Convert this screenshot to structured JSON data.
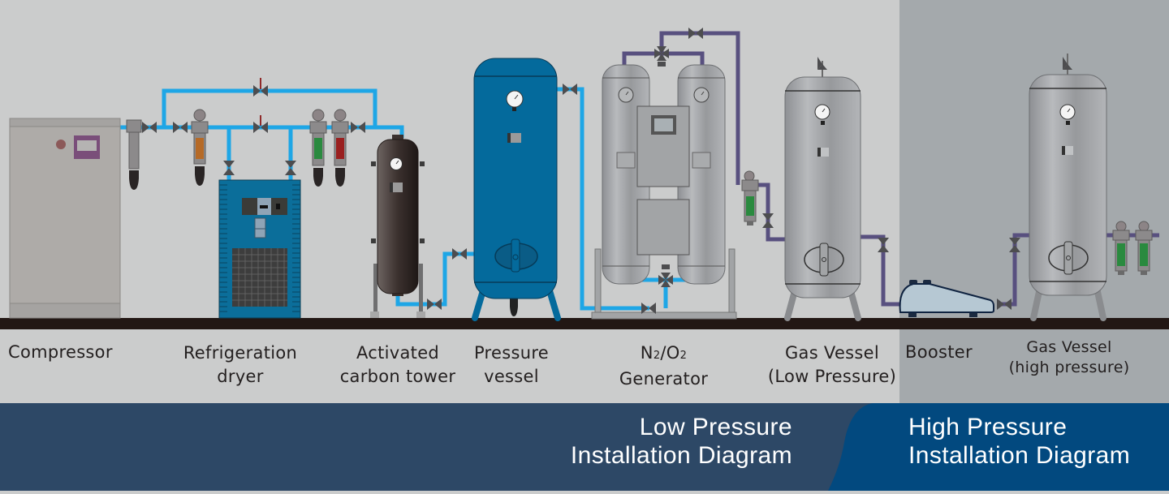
{
  "diagram": {
    "title_low": {
      "line1": "Low Pressure",
      "line2": "Installation Diagram"
    },
    "title_high": {
      "line1": "High Pressure",
      "line2": "Installation Diagram"
    },
    "components": [
      {
        "id": "compressor",
        "line1": "Compressor",
        "line2": ""
      },
      {
        "id": "refrigeration-dryer",
        "line1": "Refrigeration",
        "line2": "dryer"
      },
      {
        "id": "activated-carbon-tower",
        "line1": "Activated",
        "line2": "carbon tower"
      },
      {
        "id": "pressure-vessel",
        "line1": "Pressure",
        "line2": "vessel"
      },
      {
        "id": "generator",
        "line1_a": "N",
        "line1_sub_a": "2",
        "line1_b": "/O",
        "line1_sub_b": "2",
        "line2": "Generator"
      },
      {
        "id": "gas-vessel-low",
        "line1": "Gas Vessel",
        "line2": "(Low Pressure)"
      },
      {
        "id": "booster",
        "line1": "Booster",
        "line2": ""
      },
      {
        "id": "gas-vessel-high",
        "line1": "Gas Vessel",
        "line2": "(high pressure)"
      }
    ],
    "colors": {
      "background_low": "#cbcccc",
      "background_high": "#a4a9ac",
      "floor": "#221714",
      "banner_low": "#2d4866",
      "banner_high": "#02497f",
      "air_pipe": "#1ea6e6",
      "gas_pipe": "#58507f",
      "vessel_blue": "#046a9c",
      "vessel_gray": "#a1a3a6",
      "carbon_tower": "#403633"
    }
  }
}
